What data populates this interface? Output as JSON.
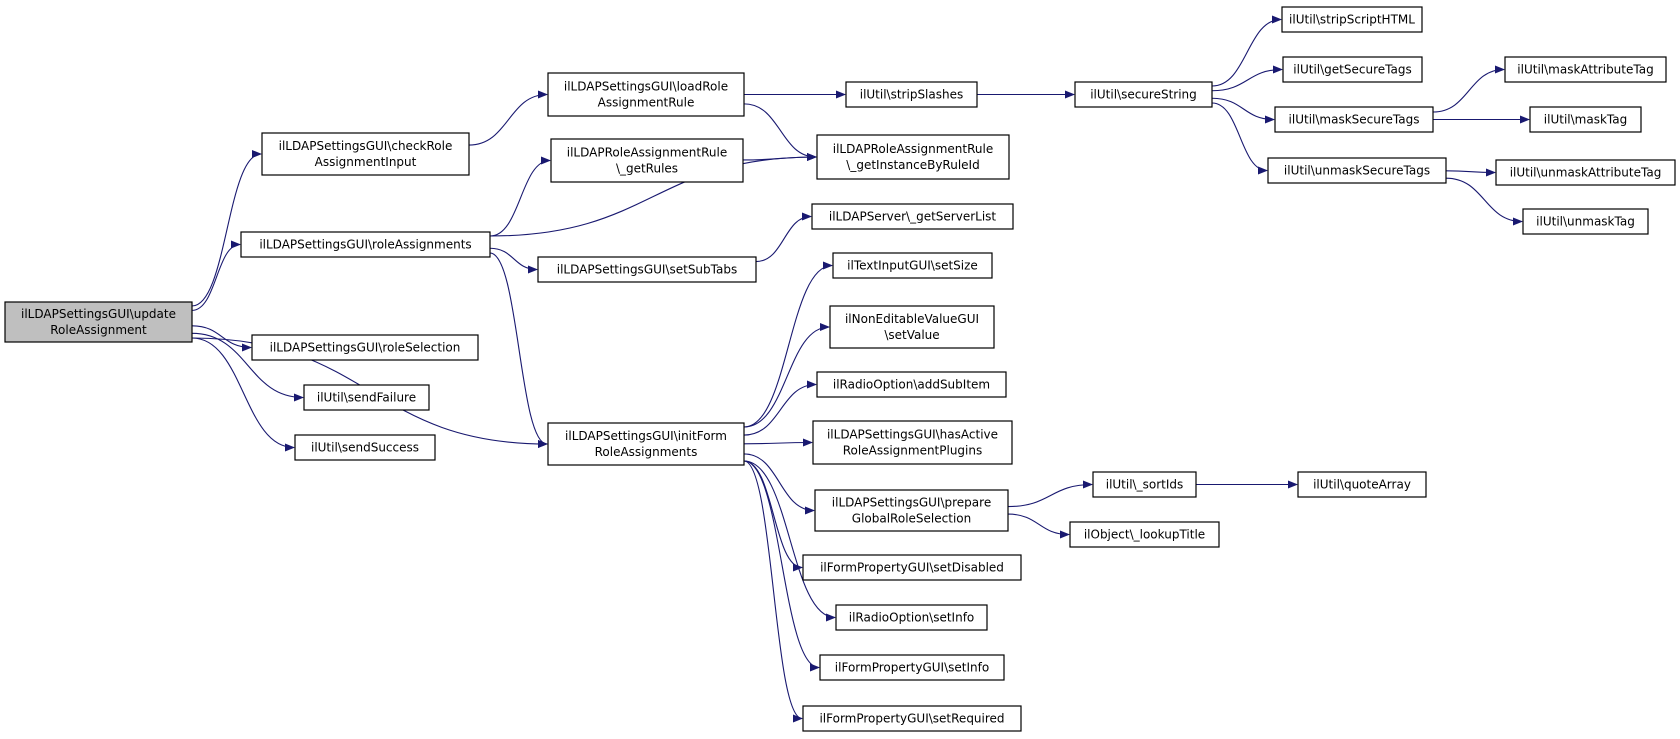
{
  "diagram": {
    "nodes": [
      {
        "id": "root",
        "lines": [
          "ilLDAPSettingsGUI\\update",
          "RoleAssignment"
        ],
        "root": true
      },
      {
        "id": "checkRole",
        "lines": [
          "ilLDAPSettingsGUI\\checkRole",
          "AssignmentInput"
        ]
      },
      {
        "id": "roleAssignments",
        "lines": [
          "ilLDAPSettingsGUI\\roleAssignments"
        ]
      },
      {
        "id": "roleSelection",
        "lines": [
          "ilLDAPSettingsGUI\\roleSelection"
        ]
      },
      {
        "id": "sendFailure",
        "lines": [
          "ilUtil\\sendFailure"
        ]
      },
      {
        "id": "sendSuccess",
        "lines": [
          "ilUtil\\sendSuccess"
        ]
      },
      {
        "id": "loadRule",
        "lines": [
          "ilLDAPSettingsGUI\\loadRole",
          "AssignmentRule"
        ]
      },
      {
        "id": "getRules",
        "lines": [
          "ilLDAPRoleAssignmentRule",
          "\\_getRules"
        ]
      },
      {
        "id": "setSubTabs",
        "lines": [
          "ilLDAPSettingsGUI\\setSubTabs"
        ]
      },
      {
        "id": "initForm",
        "lines": [
          "ilLDAPSettingsGUI\\initForm",
          "RoleAssignments"
        ]
      },
      {
        "id": "stripSlashes",
        "lines": [
          "ilUtil\\stripSlashes"
        ]
      },
      {
        "id": "getInstance",
        "lines": [
          "ilLDAPRoleAssignmentRule",
          "\\_getInstanceByRuleId"
        ]
      },
      {
        "id": "serverList",
        "lines": [
          "ilLDAPServer\\_getServerList"
        ]
      },
      {
        "id": "setSize",
        "lines": [
          "ilTextInputGUI\\setSize"
        ]
      },
      {
        "id": "setValue",
        "lines": [
          "ilNonEditableValueGUI",
          "\\setValue"
        ]
      },
      {
        "id": "addSubItem",
        "lines": [
          "ilRadioOption\\addSubItem"
        ]
      },
      {
        "id": "hasActive",
        "lines": [
          "ilLDAPSettingsGUI\\hasActive",
          "RoleAssignmentPlugins"
        ]
      },
      {
        "id": "prepareGlobal",
        "lines": [
          "ilLDAPSettingsGUI\\prepare",
          "GlobalRoleSelection"
        ]
      },
      {
        "id": "setDisabled",
        "lines": [
          "ilFormPropertyGUI\\setDisabled"
        ]
      },
      {
        "id": "radioSetInfo",
        "lines": [
          "ilRadioOption\\setInfo"
        ]
      },
      {
        "id": "formSetInfo",
        "lines": [
          "ilFormPropertyGUI\\setInfo"
        ]
      },
      {
        "id": "setRequired",
        "lines": [
          "ilFormPropertyGUI\\setRequired"
        ]
      },
      {
        "id": "secureString",
        "lines": [
          "ilUtil\\secureString"
        ]
      },
      {
        "id": "sortIds",
        "lines": [
          "ilUtil\\_sortIds"
        ]
      },
      {
        "id": "lookupTitle",
        "lines": [
          "ilObject\\_lookupTitle"
        ]
      },
      {
        "id": "quoteArray",
        "lines": [
          "ilUtil\\quoteArray"
        ]
      },
      {
        "id": "stripScript",
        "lines": [
          "ilUtil\\stripScriptHTML"
        ]
      },
      {
        "id": "getSecureTags",
        "lines": [
          "ilUtil\\getSecureTags"
        ]
      },
      {
        "id": "maskSecureTags",
        "lines": [
          "ilUtil\\maskSecureTags"
        ]
      },
      {
        "id": "unmaskSecureTags",
        "lines": [
          "ilUtil\\unmaskSecureTags"
        ]
      },
      {
        "id": "maskAttr",
        "lines": [
          "ilUtil\\maskAttributeTag"
        ]
      },
      {
        "id": "maskTag",
        "lines": [
          "ilUtil\\maskTag"
        ]
      },
      {
        "id": "unmaskAttr",
        "lines": [
          "ilUtil\\unmaskAttributeTag"
        ]
      },
      {
        "id": "unmaskTag",
        "lines": [
          "ilUtil\\unmaskTag"
        ]
      }
    ],
    "edges": [
      [
        "root",
        "checkRole"
      ],
      [
        "root",
        "roleAssignments"
      ],
      [
        "root",
        "initForm"
      ],
      [
        "root",
        "roleSelection"
      ],
      [
        "root",
        "sendFailure"
      ],
      [
        "root",
        "sendSuccess"
      ],
      [
        "checkRole",
        "loadRule"
      ],
      [
        "roleAssignments",
        "getRules"
      ],
      [
        "roleAssignments",
        "getInstance"
      ],
      [
        "roleAssignments",
        "setSubTabs"
      ],
      [
        "roleAssignments",
        "initForm"
      ],
      [
        "loadRule",
        "stripSlashes"
      ],
      [
        "loadRule",
        "getInstance"
      ],
      [
        "getRules",
        "getInstance"
      ],
      [
        "setSubTabs",
        "serverList"
      ],
      [
        "stripSlashes",
        "secureString"
      ],
      [
        "secureString",
        "stripScript"
      ],
      [
        "secureString",
        "getSecureTags"
      ],
      [
        "secureString",
        "maskSecureTags"
      ],
      [
        "secureString",
        "unmaskSecureTags"
      ],
      [
        "maskSecureTags",
        "maskAttr"
      ],
      [
        "maskSecureTags",
        "maskTag"
      ],
      [
        "unmaskSecureTags",
        "unmaskAttr"
      ],
      [
        "unmaskSecureTags",
        "unmaskTag"
      ],
      [
        "initForm",
        "setSize"
      ],
      [
        "initForm",
        "setValue"
      ],
      [
        "initForm",
        "addSubItem"
      ],
      [
        "initForm",
        "hasActive"
      ],
      [
        "initForm",
        "prepareGlobal"
      ],
      [
        "initForm",
        "setDisabled"
      ],
      [
        "initForm",
        "radioSetInfo"
      ],
      [
        "initForm",
        "formSetInfo"
      ],
      [
        "initForm",
        "setRequired"
      ],
      [
        "prepareGlobal",
        "sortIds"
      ],
      [
        "prepareGlobal",
        "lookupTitle"
      ],
      [
        "sortIds",
        "quoteArray"
      ]
    ]
  }
}
